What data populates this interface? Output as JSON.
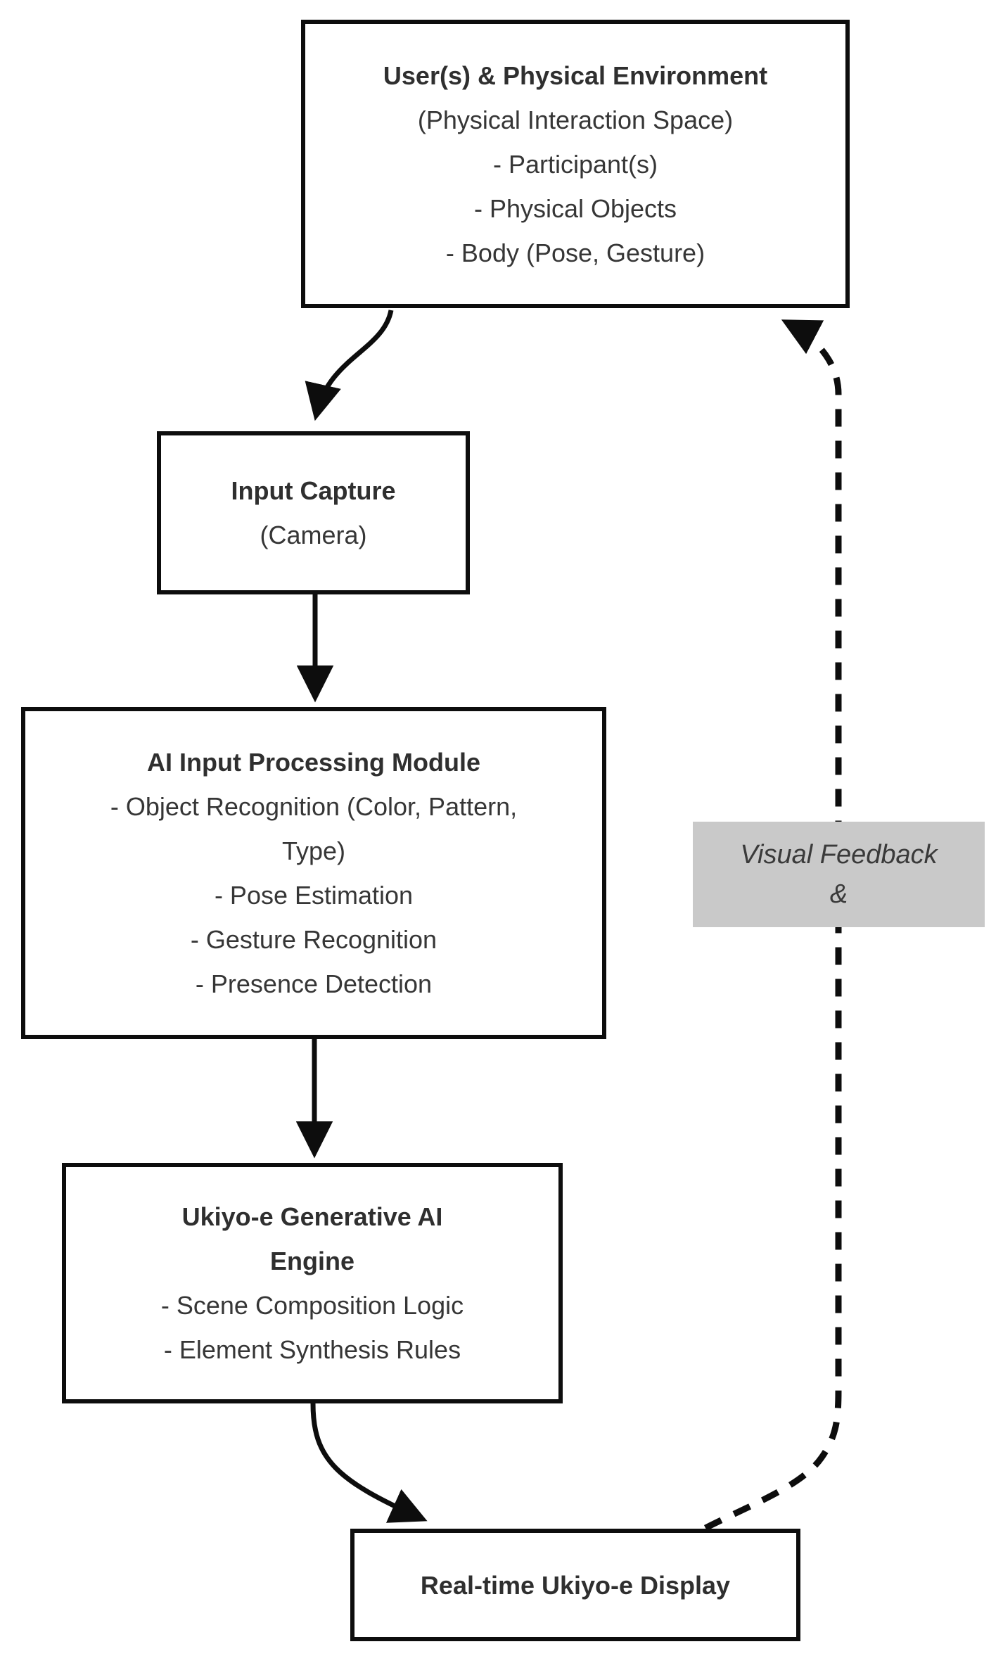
{
  "diagram": {
    "nodes": {
      "user_env": {
        "title": "User(s) & Physical Environment",
        "lines": [
          "(Physical Interaction Space)",
          "- Participant(s)",
          "- Physical Objects",
          "- Body (Pose, Gesture)"
        ]
      },
      "input_capture": {
        "title": "Input Capture",
        "lines": [
          "(Camera)"
        ]
      },
      "ai_module": {
        "title": "AI Input Processing Module",
        "lines": [
          "- Object Recognition (Color, Pattern,",
          "Type)",
          "- Pose Estimation",
          "- Gesture Recognition",
          "- Presence Detection"
        ]
      },
      "engine": {
        "title_line1": "Ukiyo-e Generative AI",
        "title_line2": "Engine",
        "lines": [
          "- Scene Composition Logic",
          "- Element Synthesis Rules"
        ]
      },
      "display": {
        "title": "Real-time Ukiyo-e Display"
      }
    },
    "feedback_label": {
      "line1": "Visual Feedback",
      "line2": "&"
    },
    "colors": {
      "box_border": "#0d0d0d",
      "box_fill": "#ffffff",
      "text": "#363636",
      "label_bg": "#c9c9c9",
      "label_text": "#3a3a3a",
      "arrow": "#0d0d0d"
    }
  }
}
